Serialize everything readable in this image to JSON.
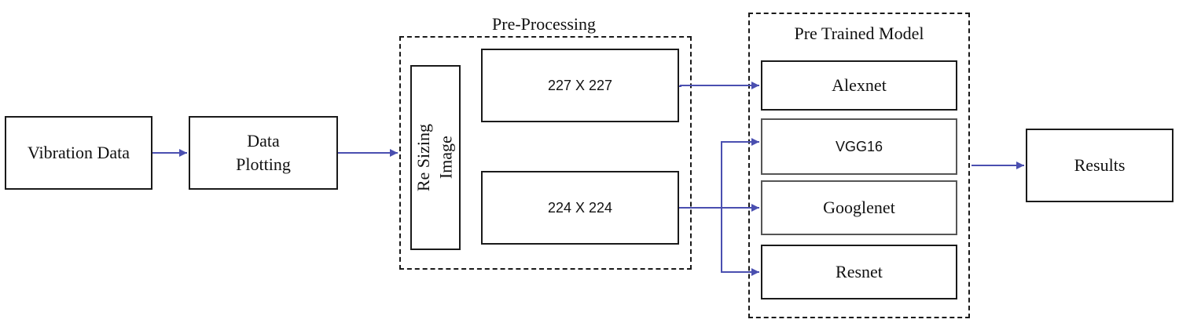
{
  "nodes": {
    "vibration_data": "Vibration Data",
    "data_plotting": "Data\nPlotting",
    "resizing": "Re Sizing\nImage",
    "size_227": "227 X 227",
    "size_224": "224 X 224",
    "alexnet": "Alexnet",
    "vgg16": "VGG16",
    "googlenet": "Googlenet",
    "resnet": "Resnet",
    "results": "Results"
  },
  "groups": {
    "preprocessing": "Pre-Processing",
    "pretrained": "Pre Trained Model"
  },
  "colors": {
    "arrow": "#4a4fb0",
    "border": "#1a1a1a"
  }
}
